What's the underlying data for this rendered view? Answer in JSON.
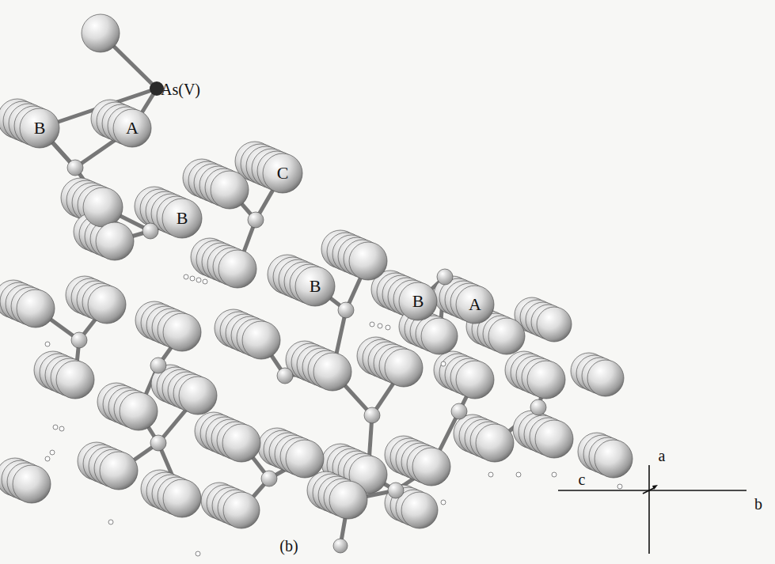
{
  "diagram": {
    "labels": [
      "As(V)",
      "B",
      "A",
      "B",
      "C",
      "B",
      "B",
      "A",
      "(b)",
      "a",
      "c",
      "b"
    ]
  }
}
